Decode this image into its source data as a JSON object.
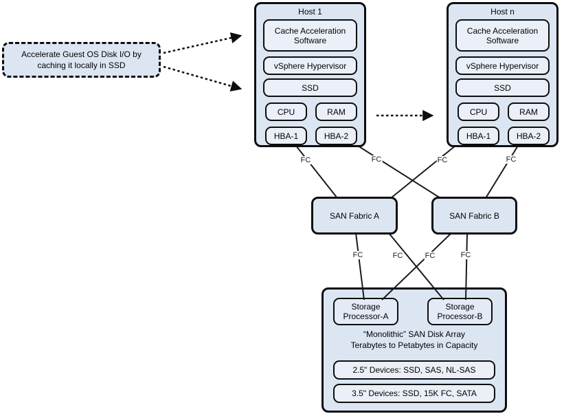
{
  "callout": {
    "line1": "Accelerate Guest OS Disk I/O by",
    "line2": "caching it locally in SSD"
  },
  "hosts": [
    {
      "title": "Host 1",
      "cache_line1": "Cache Acceleration",
      "cache_line2": "Software",
      "hypervisor": "vSphere Hypervisor",
      "ssd": "SSD",
      "cpu": "CPU",
      "ram": "RAM",
      "hba1": "HBA-1",
      "hba2": "HBA-2"
    },
    {
      "title": "Host n",
      "cache_line1": "Cache Acceleration",
      "cache_line2": "Software",
      "hypervisor": "vSphere Hypervisor",
      "ssd": "SSD",
      "cpu": "CPU",
      "ram": "RAM",
      "hba1": "HBA-1",
      "hba2": "HBA-2"
    }
  ],
  "fabrics": [
    {
      "label": "SAN Fabric A"
    },
    {
      "label": "SAN Fabric B"
    }
  ],
  "fc_label": "FC",
  "storage_array": {
    "processors": [
      {
        "line1": "Storage",
        "line2": "Processor-A"
      },
      {
        "line1": "Storage",
        "line2": "Processor-B"
      }
    ],
    "caption_line1": "“Monolithic” SAN Disk Array",
    "caption_line2": "Terabytes to Petabytes in Capacity",
    "device_rows": [
      {
        "label": "2.5\" Devices: SSD, SAS, NL-SAS"
      },
      {
        "label": "3.5\" Devices: SSD, 15K FC, SATA"
      }
    ]
  },
  "colors": {
    "container_fill": "#dce6f3",
    "inner_fill": "#eaeff8",
    "border": "#0d0d0d",
    "line": "#1a1a1a"
  }
}
